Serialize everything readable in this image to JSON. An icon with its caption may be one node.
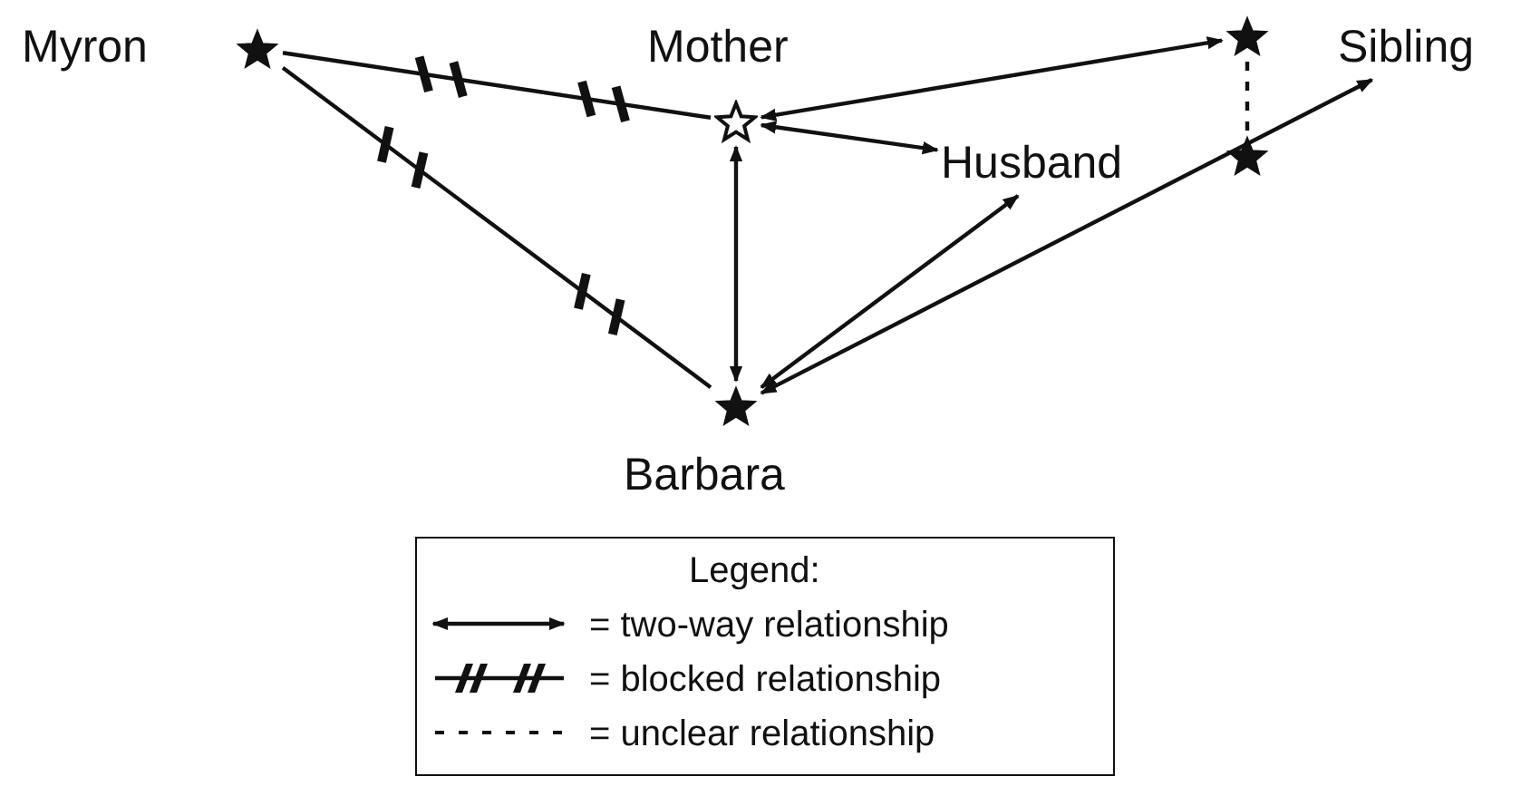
{
  "diagram": {
    "nodes": [
      {
        "text": [],
        "shape": "star",
        "beside": [
          "Myron"
        ]
      },
      {
        "text": [],
        "shape": "star",
        "beside": [
          "Mother"
        ]
      },
      {
        "text": [
          "Husband"
        ]
      },
      {
        "text": [],
        "shape": "star"
      },
      {
        "text": [
          "Sibling"
        ]
      },
      {
        "text": [],
        "shape": "star"
      },
      {
        "text": [],
        "shape": "star",
        "beside": [
          "Barbara"
        ]
      }
    ],
    "edges": [
      {
        "from": 0,
        "to": 1,
        "arrow": "none"
      },
      {
        "from": 0,
        "to": 6,
        "arrow": "none"
      },
      {
        "from": 1,
        "to": 3,
        "arrow": "both"
      },
      {
        "from": 1,
        "to": 2,
        "arrow": "both"
      },
      {
        "from": 1,
        "to": 6,
        "arrow": "both"
      },
      {
        "from": 6,
        "to": 2,
        "arrow": "both"
      },
      {
        "from": 6,
        "to": 4,
        "arrow": "both"
      },
      {
        "from": 3,
        "to": 5,
        "arrow": "none",
        "style": "dashed"
      }
    ],
    "labels": [
      "Legend:"
    ],
    "legend": [
      {
        "text": "= two-way relationship"
      },
      {
        "text": "= blocked relationship"
      },
      {
        "text": "= unclear relationship"
      }
    ]
  }
}
